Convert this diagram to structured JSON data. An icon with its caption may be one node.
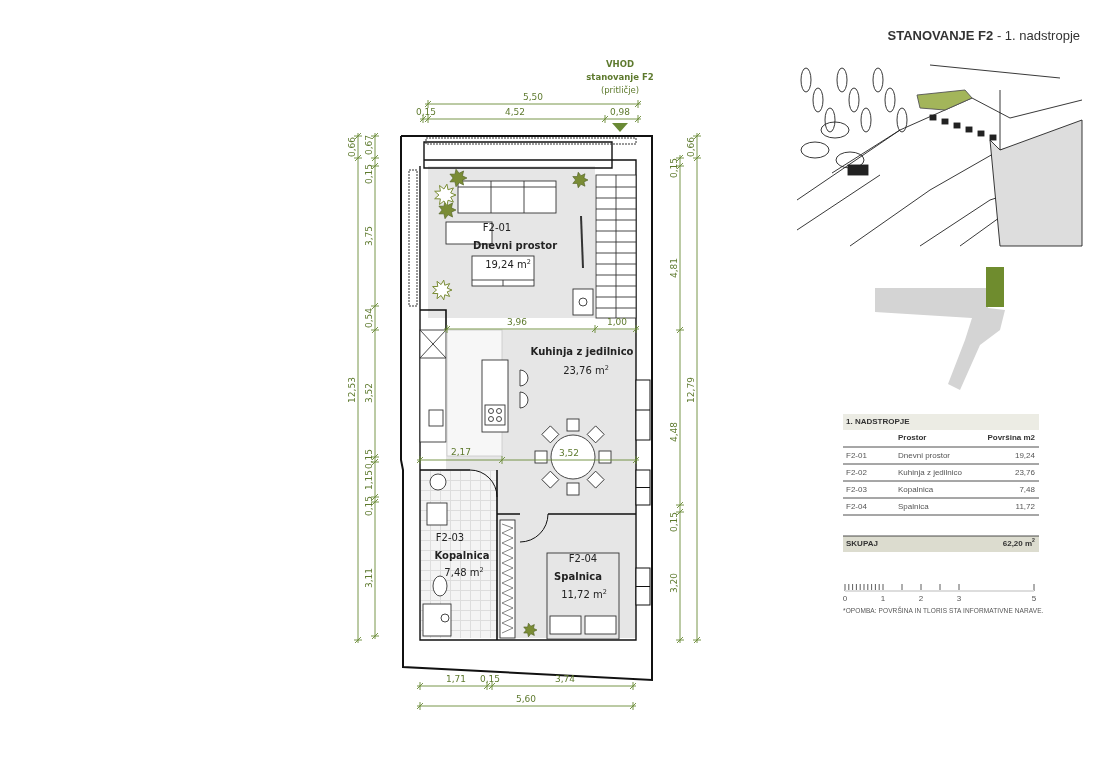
{
  "diagram": {
    "title": "**STANOVANJE F2** - 1. nadstropje",
    "nodes": [
      {
        "text": [
          "F2-01",
          "Dnevni prostor",
          "19,24 m$^{2}$"
        ]
      },
      {
        "text": [
          "Kuhinja z jedilnico",
          "23,76 m$^{2}$"
        ]
      },
      {
        "text": [
          "F2-03",
          "Kopalnica",
          "7,48 m$^{2}$"
        ]
      },
      {
        "text": [
          "F2-04",
          "Spalnica",
          "11,72 m$^{2}$"
        ]
      }
    ],
    "labels": [
      "VHOD",
      "stanovanje F2",
      "(pritličje)",
      "5,50",
      "0,15",
      "4,52",
      "0,98",
      "0,66",
      "0,67",
      "0,15",
      "3,75",
      "0,54",
      "12,53",
      "3,52",
      "0,15",
      "1,15",
      "0,15",
      "3,11",
      "0,15",
      "0,66",
      "4,81",
      "12,79",
      "4,48",
      "0,15",
      "3,20",
      "3,96",
      "1,00",
      "2,17",
      "3,52",
      "1,71",
      "0,15",
      "3,74",
      "5,60",
      "1. NADSTROPJE",
      "Prostor",
      "Površina m2",
      "F2-01",
      "Dnevni prostor",
      "19,24",
      "F2-02",
      "Kuhinja z jedilnico",
      "23,76",
      "F2-03",
      "Kopalnica",
      "7,48",
      "F2-04",
      "Spalnica",
      "11,72",
      "SKUPAJ",
      "62,20 m$^{2}$",
      "0",
      "1",
      "2",
      "3",
      "5",
      "*OPOMBA: POVRŠINA IN TLORIS STA INFORMATIVNE NARAVE."
    ]
  }
}
